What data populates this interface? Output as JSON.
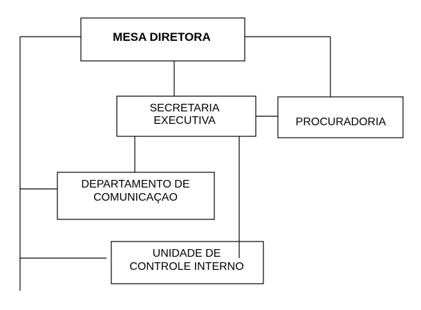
{
  "org_chart": {
    "mesa_diretora": "MESA DIRETORA",
    "secretaria_executiva": [
      "SECRETARIA",
      "EXECUTIVA"
    ],
    "procuradoria": "PROCURADORIA",
    "departamento_comunicacao": [
      "DEPARTAMENTO DE",
      "COMUNICAÇAO"
    ],
    "unidade_controle_interno": [
      "UNIDADE DE",
      "CONTROLE INTERNO"
    ]
  }
}
